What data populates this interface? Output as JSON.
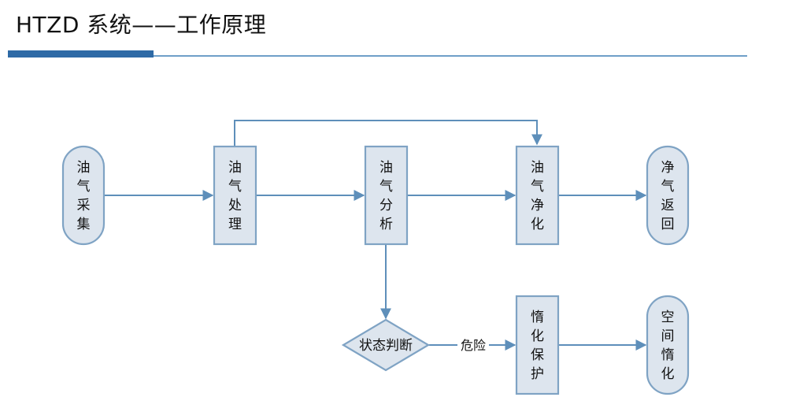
{
  "header": {
    "title": "HTZD 系统——工作原理"
  },
  "colors": {
    "accent": "#2e6aa6",
    "node_fill": "#dde5ee",
    "node_stroke": "#7fa3c4",
    "edge": "#5e8fba"
  },
  "diagram": {
    "nodes": {
      "collect": {
        "label": "油气采集",
        "shape": "stadium"
      },
      "process": {
        "label": "油气处理",
        "shape": "rect"
      },
      "analyze": {
        "label": "油气分析",
        "shape": "rect"
      },
      "purify": {
        "label": "油气净化",
        "shape": "rect"
      },
      "return": {
        "label": "净气返回",
        "shape": "stadium"
      },
      "judge": {
        "label": "状态判断",
        "shape": "diamond"
      },
      "inert": {
        "label": "惰化保护",
        "shape": "rect"
      },
      "space": {
        "label": "空间惰化",
        "shape": "stadium"
      }
    },
    "edges": [
      {
        "from": "collect",
        "to": "process",
        "label": ""
      },
      {
        "from": "process",
        "to": "analyze",
        "label": ""
      },
      {
        "from": "analyze",
        "to": "purify",
        "label": ""
      },
      {
        "from": "purify",
        "to": "return",
        "label": ""
      },
      {
        "from": "process",
        "to": "purify",
        "label": ""
      },
      {
        "from": "analyze",
        "to": "judge",
        "label": ""
      },
      {
        "from": "judge",
        "to": "inert",
        "label": "危险"
      },
      {
        "from": "inert",
        "to": "space",
        "label": ""
      }
    ]
  }
}
